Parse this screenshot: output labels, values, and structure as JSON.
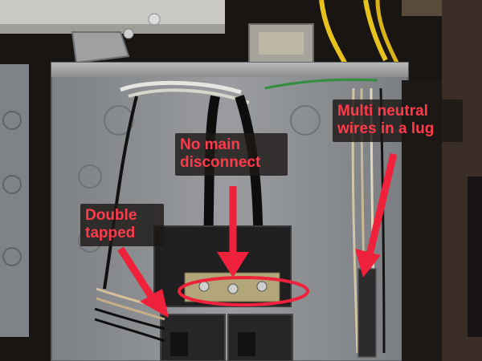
{
  "annotations": {
    "no_main_disconnect": "No main\ndisconnect",
    "multi_neutral": "Multi neutral\nwires in a lug",
    "double_tapped": "Double\ntapped"
  },
  "colors": {
    "annotation_text": "#ff3a4a",
    "arrow": "#f0213a",
    "panel_gray": "#8d8f92",
    "panel_dark": "#2b2b2d",
    "wire_yellow": "#e8c21c"
  }
}
